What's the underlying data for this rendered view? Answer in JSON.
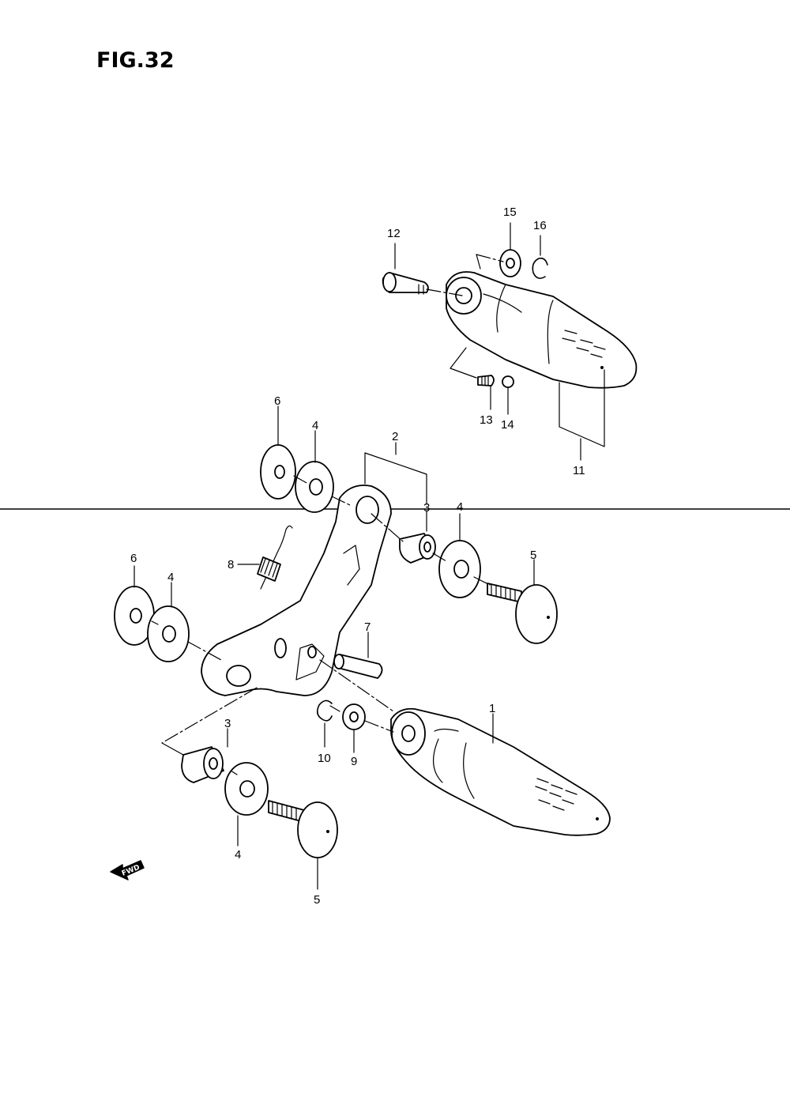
{
  "figure": {
    "title": "FIG.32"
  },
  "callouts": {
    "c1": "1",
    "c2": "2",
    "c3a": "3",
    "c3b": "3",
    "c4a": "4",
    "c4b": "4",
    "c4c": "4",
    "c4d": "4",
    "c5a": "5",
    "c5b": "5",
    "c6a": "6",
    "c6b": "6",
    "c7": "7",
    "c8": "8",
    "c9": "9",
    "c10": "10",
    "c11": "11",
    "c12": "12",
    "c13": "13",
    "c14": "14",
    "c15": "15",
    "c16": "16"
  },
  "fwd_indicator": {
    "label": "FWD"
  },
  "icons": [
    "fwd-arrow-icon"
  ]
}
